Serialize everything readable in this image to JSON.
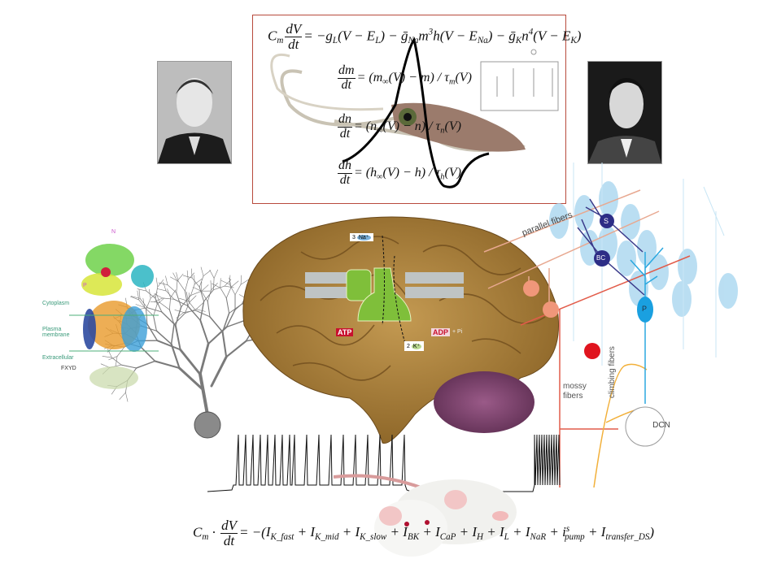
{
  "hh_box": {
    "main_eq": {
      "lhs": "C",
      "lhs_sub": "m",
      "num": "dV",
      "den": "dt",
      "rhs1": "= −g",
      "rhs1_sub": "L",
      "rhs2": "(V − E",
      "rhs2_sub": "L",
      "rhs3": ") − ḡ",
      "rhs3_sub": "Na",
      "rhs4": "m",
      "rhs4_sup": "3",
      "rhs5": "h(V − E",
      "rhs5_sub": "Na",
      "rhs6": ") − ḡ",
      "rhs6_sub": "K",
      "rhs7": "n",
      "rhs7_sup": "4",
      "rhs8": "(V − E",
      "rhs8_sub": "K",
      "rhs9": ")"
    },
    "gating": [
      {
        "num": "dm",
        "den": "dt",
        "a": "= (m",
        "a_sub": "∞",
        "b": "(V) − m) / τ",
        "b_sub": "m",
        "c": "(V)"
      },
      {
        "num": "dn",
        "den": "dt",
        "a": "= (n",
        "a_sub": "∞",
        "b": "(V) − n) / τ",
        "b_sub": "n",
        "c": "(V)"
      },
      {
        "num": "dh",
        "den": "dt",
        "a": "= (h",
        "a_sub": "∞",
        "b": "(V) − h) / τ",
        "b_sub": "h",
        "c": "(V)"
      }
    ],
    "border_color": "#b84a3c"
  },
  "pump": {
    "na_count": "3",
    "na_label": "Na⁺",
    "k_count": "2",
    "k_label": "K⁺",
    "atp": "ATP",
    "adp": "ADP",
    "pi": "+ Pi"
  },
  "protein": {
    "cytoplasm": "Cytoplasm",
    "membrane": "Plasma membrane",
    "extracellular": "Extracellular",
    "fxyd": "FXYD",
    "n": "N",
    "p": "P"
  },
  "cerebellum": {
    "parallel": "parallel fibers",
    "s": "S",
    "bc": "BC",
    "p": "P",
    "mossy": "mossy fibers",
    "climbing": "climbing fibers",
    "dcn": "DCN"
  },
  "bottom_eq": {
    "lhs": "C",
    "lhs_sub": "m",
    "dot": "·",
    "num": "dV",
    "den": "dt",
    "eqs": "= −(",
    "terms": [
      {
        "b": "I",
        "s": "K_fast"
      },
      {
        "b": "I",
        "s": "K_mid"
      },
      {
        "b": "I",
        "s": "K_slow"
      },
      {
        "b": "I",
        "s": "BK"
      },
      {
        "b": "I",
        "s": "CaP"
      },
      {
        "b": "I",
        "s": "H"
      },
      {
        "b": "I",
        "s": "L"
      },
      {
        "b": "I",
        "s": "NaR"
      },
      {
        "b": "i",
        "s": "pump",
        "sup": "s"
      },
      {
        "b": "I",
        "s": "transfer_DS"
      }
    ],
    "close": ")"
  }
}
